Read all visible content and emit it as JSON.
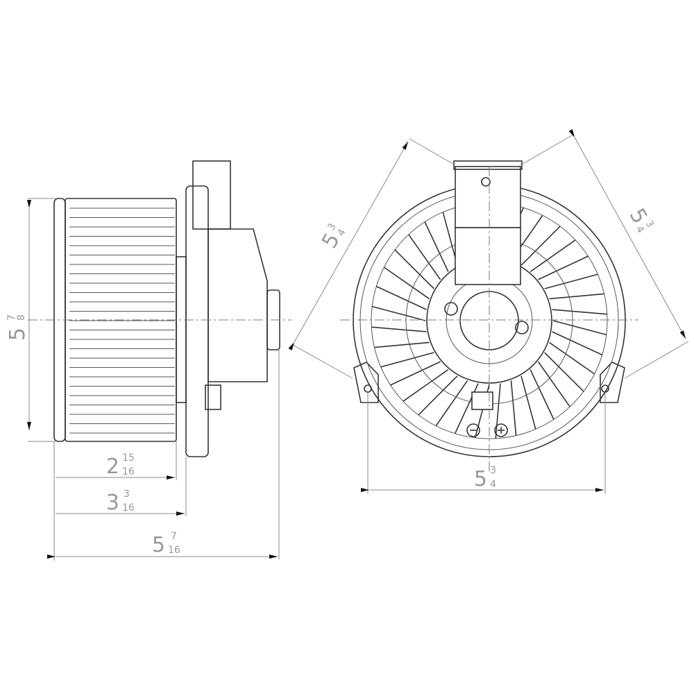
{
  "dimensions": {
    "side_height": {
      "whole": "5",
      "num": "7",
      "den": "8"
    },
    "fan_depth": {
      "whole": "2",
      "num": "15",
      "den": "16"
    },
    "flange_depth": {
      "whole": "3",
      "num": "3",
      "den": "16"
    },
    "overall_depth": {
      "whole": "5",
      "num": "7",
      "den": "16"
    },
    "mount_width": {
      "whole": "5",
      "num": "3",
      "den": "4"
    },
    "diag_left": {
      "whole": "5",
      "num": "3",
      "den": "4"
    },
    "diag_right": {
      "whole": "5",
      "num": "3",
      "den": "4"
    }
  },
  "colors": {
    "line": "#333333",
    "dimension": "#999999"
  }
}
